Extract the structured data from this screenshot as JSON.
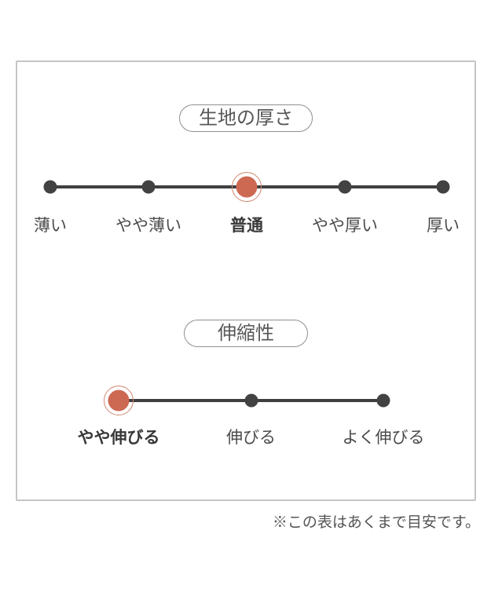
{
  "panel": {
    "scales": [
      {
        "title": "生地の厚さ",
        "selected_index": 2,
        "selected_label": "普通",
        "options": [
          {
            "label": "薄い"
          },
          {
            "label": "やや薄い"
          },
          {
            "label": "普通"
          },
          {
            "label": "やや厚い"
          },
          {
            "label": "厚い"
          }
        ]
      },
      {
        "title": "伸縮性",
        "selected_index": 0,
        "selected_label": "やや伸びる",
        "options": [
          {
            "label": "やや伸びる"
          },
          {
            "label": "伸びる"
          },
          {
            "label": "よく伸びる"
          }
        ]
      }
    ]
  },
  "footnote": "※この表はあくまで目安です。",
  "colors": {
    "accent": "#cd6953",
    "accent_ring": "#cf8872",
    "line": "#3f3f3f",
    "dot": "#424242",
    "panel_border": "#c5c5c5",
    "pill_border": "#8f8f8f",
    "text": "#4a4a4a",
    "footnote": "#555555"
  }
}
